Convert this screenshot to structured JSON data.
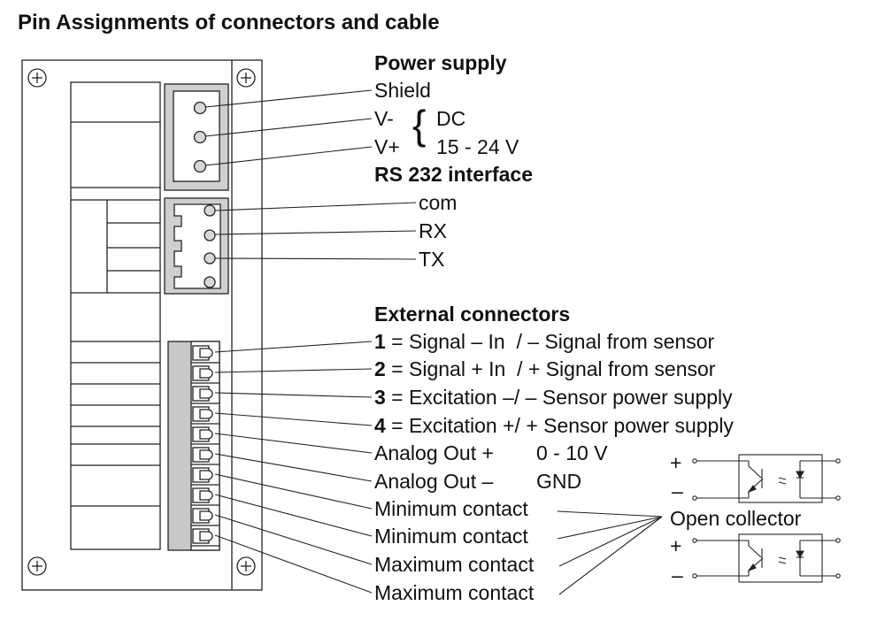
{
  "title": "Pin Assignments of connectors and cable",
  "power": {
    "heading": "Power supply",
    "shield": "Shield",
    "vminus": "V-",
    "vplus": "V+",
    "brace": "{",
    "dc": "DC",
    "range": "15 - 24 V"
  },
  "rs232": {
    "heading": "RS 232 interface",
    "com": "com",
    "rx": "RX",
    "tx": "TX"
  },
  "external": {
    "heading": "External connectors",
    "rows": [
      {
        "num": "1",
        "text": " = Signal – In  / – Signal from sensor"
      },
      {
        "num": "2",
        "text": " = Signal + In  / + Signal from sensor"
      },
      {
        "num": "3",
        "text": " = Excitation –/ – Sensor power supply"
      },
      {
        "num": "4",
        "text": " = Excitation +/ + Sensor power supply"
      }
    ],
    "analog_plus": "Analog Out +",
    "analog_plus_val": "0 - 10 V",
    "analog_minus": "Analog Out –",
    "analog_minus_val": "GND",
    "min1": "Minimum contact",
    "min2": "Minimum contact",
    "max1": "Maximum contact",
    "max2": "Maximum contact"
  },
  "open_collector": {
    "label": "Open collector",
    "plus": "+",
    "minus": "–"
  },
  "screws": {
    "symbol": "+"
  }
}
